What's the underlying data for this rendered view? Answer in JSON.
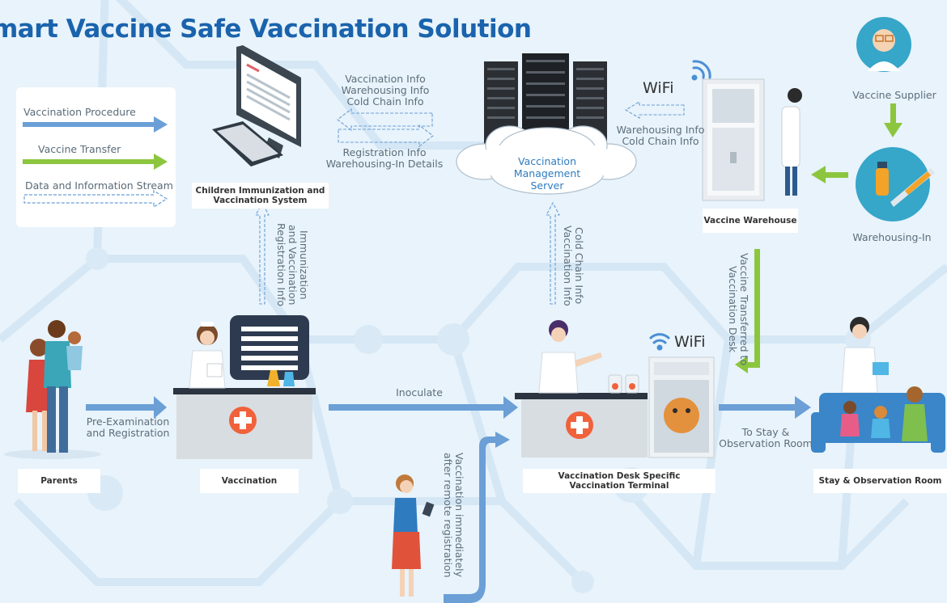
{
  "title": "mart Vaccine Safe Vaccination Solution",
  "legend": {
    "procedure": "Vaccination Procedure",
    "transfer": "Vaccine Transfer",
    "data": "Data and Information Stream"
  },
  "colors": {
    "procedure_arrow": "#6b9fd6",
    "transfer_arrow": "#8cc63f",
    "data_arrow": "#5b8fd0",
    "title": "#1a63ad",
    "background": "#e8f3fb"
  },
  "nodes": {
    "ci_system": "Children Immunization and Vaccination System",
    "server": "Vaccination Management Server",
    "warehouse": "Vaccine Warehouse",
    "supplier": "Vaccine Supplier",
    "warehousing_in": "Warehousing-In",
    "parents": "Parents",
    "vaccination": "Vaccination",
    "desk_terminal": "Vaccination Desk Specific Vaccination Terminal",
    "observation": "Stay & Observation Room"
  },
  "flows": {
    "top_info": "Vaccination Info\nWarehousing Info\nCold Chain Info",
    "registration": "Registration Info\nWarehousing-In Details",
    "warehouse_info": "Warehousing Info\nCold Chain Info",
    "immunization": "Immunization\nand Vaccination\nRegistration Info",
    "cold_chain": "Cold Chain Info\nVaccination Info",
    "transferred": "Vaccine Transferred to\nVaccination Desk",
    "pre_exam": "Pre-Examination\nand Registration",
    "inoculate": "Inoculate",
    "stay": "To Stay &\nObservation Room",
    "remote": "Vaccination immediately\nafter remote registration"
  },
  "wifi": {
    "top": "WiFi",
    "desk": "WiFi"
  }
}
